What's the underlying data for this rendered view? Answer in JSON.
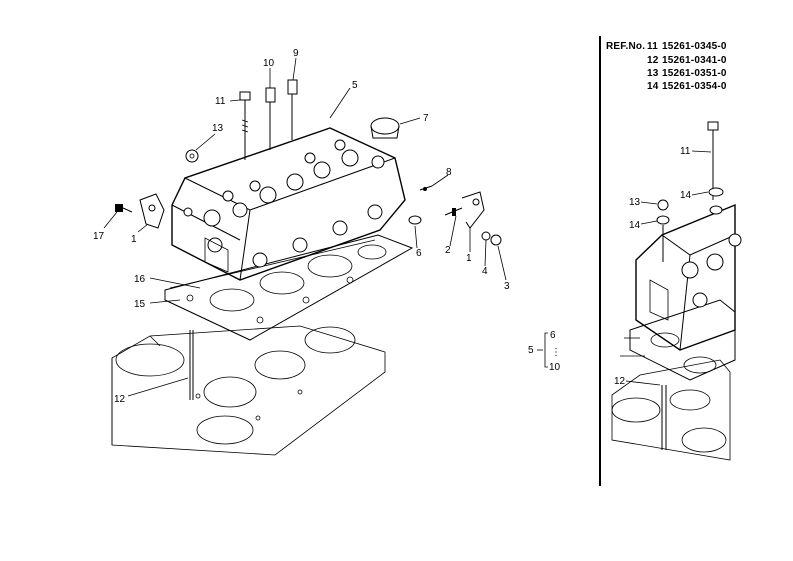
{
  "callouts": {
    "c1a": "1",
    "c1b": "1",
    "c2": "2",
    "c3": "3",
    "c4": "4",
    "c5": "5",
    "c6": "6",
    "c7": "7",
    "c8": "8",
    "c9": "9",
    "c10": "10",
    "c11": "11",
    "c12": "12",
    "c13": "13",
    "c15": "15",
    "c16": "16",
    "c17": "17",
    "r11": "11",
    "r12": "12",
    "r13": "13",
    "r14a": "14",
    "r14b": "14"
  },
  "assembly_group": {
    "parent": "5",
    "children": [
      "6",
      "10"
    ],
    "dots": "⋮"
  },
  "reference_list": [
    {
      "prefix": "REF.No.",
      "ref": "11",
      "part": "15261-0345-0"
    },
    {
      "prefix": "",
      "ref": "12",
      "part": "15261-0341-0"
    },
    {
      "prefix": "",
      "ref": "13",
      "part": "15261-0351-0"
    },
    {
      "prefix": "",
      "ref": "14",
      "part": "15261-0354-0"
    }
  ]
}
